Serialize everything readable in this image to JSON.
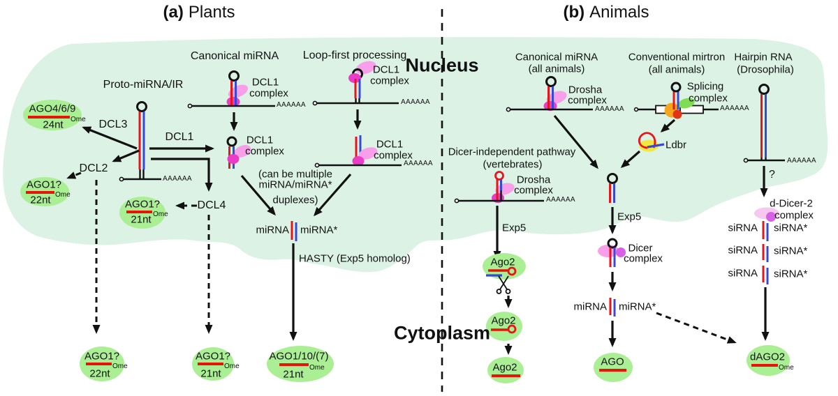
{
  "panel_a": {
    "marker": "(a)",
    "title": "Plants"
  },
  "panel_b": {
    "marker": "(b)",
    "title": "Animals"
  },
  "compartments": {
    "nucleus": "Nucleus",
    "cytoplasm": "Cytoplasm"
  },
  "shared": {
    "polyA": "AAAAAA",
    "ome": "Ome",
    "complex": "complex",
    "dcl1": "DCL1",
    "drosha": "Drosha",
    "exp5": "Exp5",
    "mirna": "miRNA",
    "mirna_star": "miRNA*"
  },
  "plants": {
    "proto_label": "Proto-miRNA/IR",
    "canonical_label": "Canonical miRNA",
    "loop_first_label": "Loop-first processing",
    "dcl3": "DCL3",
    "dcl1": "DCL1",
    "dcl2": "DCL2",
    "dcl4": "DCL4",
    "note_line1": "(can be multiple",
    "note_line2": "miRNA/miRNA*",
    "note_line3": "duplexes)",
    "hasty": "HASTY (Exp5 homolog)",
    "ago469": {
      "name": "AGO4/6/9",
      "nt": "24nt"
    },
    "ago1_22_nucleus": {
      "name": "AGO1?",
      "nt": "22nt"
    },
    "ago1_21_nucleus": {
      "name": "AGO1?",
      "nt": "21nt"
    },
    "ago1_22_cytoplasm": {
      "name": "AGO1?",
      "nt": "22nt"
    },
    "ago1_21_cytoplasm": {
      "name": "AGO1?",
      "nt": "21nt"
    },
    "ago1_10_7": {
      "name": "AGO1/10/(7)",
      "nt": "21nt"
    }
  },
  "animals": {
    "canonical_label1": "Canonical miRNA",
    "canonical_label2": "(all animals)",
    "mirtron_label1": "Conventional mirtron",
    "mirtron_label2": "(all animals)",
    "hairpin_label1": "Hairpin RNA",
    "hairpin_label2": "(Drosophila)",
    "splicing_label1": "Splicing",
    "splicing_label2": "complex",
    "ldbr": "Ldbr",
    "dicer_indep_label1": "Dicer-independent pathway",
    "dicer_indep_label2": "(vertebrates)",
    "dicer": "Dicer",
    "d_dicer2_label1": "d-Dicer-2",
    "d_dicer2_label2": "complex",
    "sirna": "siRNA",
    "sirna_star": "siRNA*",
    "ago2": "Ago2",
    "ago": "AGO",
    "dago2": "dAGO2",
    "question": "?"
  },
  "colors": {
    "nucleus_fill": "#dcf2e5",
    "ago_fill": "#abef94",
    "strand_red": "#e8141b",
    "strand_blue": "#3848d6",
    "pink_light": "#f79fe8",
    "pink_dark": "#ea3cc6",
    "violet": "#d760e6",
    "orange": "#f6a51f",
    "yellow": "#f2e93e",
    "splice_green": "#7fdd55"
  }
}
